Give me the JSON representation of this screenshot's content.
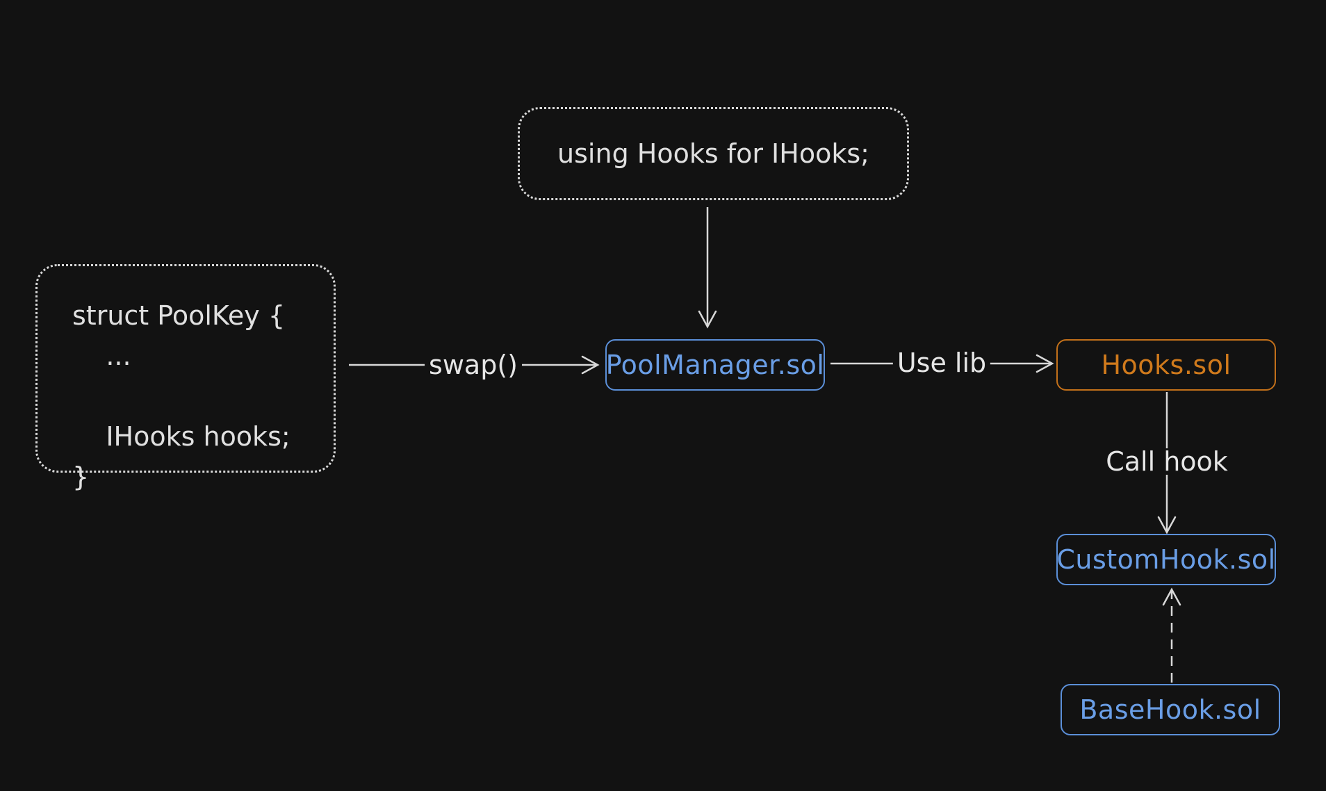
{
  "colors": {
    "background": "#121212",
    "neutral": "#d8d8d8",
    "blue": "#5b8fd8",
    "orange": "#c2701a"
  },
  "nodes": {
    "using_directive": {
      "label": "using Hooks for IHooks;"
    },
    "pool_key_struct": {
      "lines": [
        "struct PoolKey {",
        "    ...",
        "",
        "    IHooks hooks;",
        "}"
      ]
    },
    "pool_manager": {
      "label": "PoolManager.sol"
    },
    "hooks_lib": {
      "label": "Hooks.sol"
    },
    "custom_hook": {
      "label": "CustomHook.sol"
    },
    "base_hook": {
      "label": "BaseHook.sol"
    }
  },
  "edges": {
    "swap": {
      "label": "swap()"
    },
    "use_lib": {
      "label": "Use lib"
    },
    "call_hook": {
      "label": "Call hook"
    }
  }
}
